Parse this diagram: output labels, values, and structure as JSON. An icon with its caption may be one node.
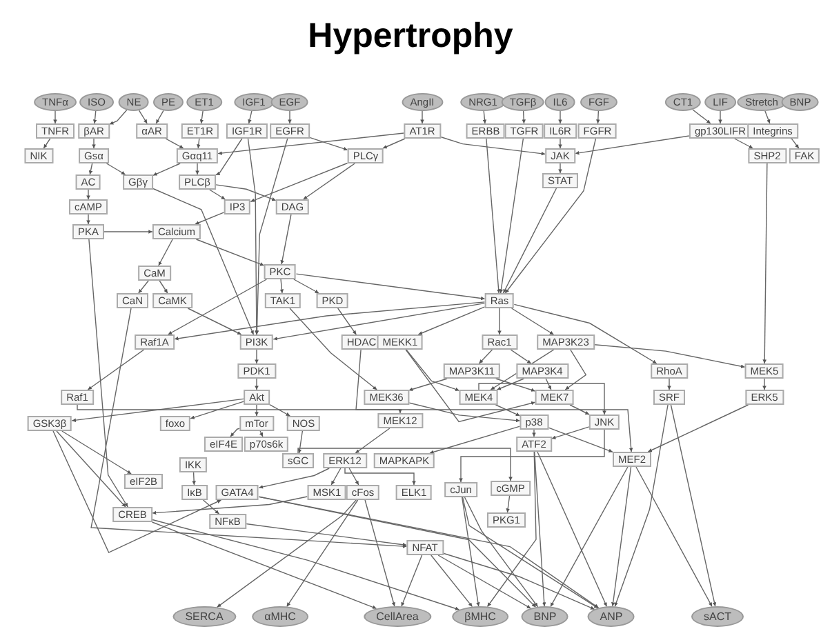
{
  "diagram": {
    "title": "Hypertrophy",
    "nodes": [
      {
        "text": [
          "TNFα"
        ]
      },
      {
        "text": [
          "ISO"
        ]
      },
      {
        "text": [
          "NE"
        ]
      },
      {
        "text": [
          "PE"
        ]
      },
      {
        "text": [
          "ET1"
        ]
      },
      {
        "text": [
          "IGF1"
        ]
      },
      {
        "text": [
          "EGF"
        ]
      },
      {
        "text": [
          "AngII"
        ]
      },
      {
        "text": [
          "NRG1"
        ]
      },
      {
        "text": [
          "TGFβ"
        ]
      },
      {
        "text": [
          "IL6"
        ]
      },
      {
        "text": [
          "FGF"
        ]
      },
      {
        "text": [
          "CT1"
        ]
      },
      {
        "text": [
          "LIF"
        ]
      },
      {
        "text": [
          "Stretch"
        ]
      },
      {
        "text": [
          "BNP"
        ]
      },
      {
        "text": [
          "TNFR"
        ]
      },
      {
        "text": [
          "βAR"
        ]
      },
      {
        "text": [
          "αAR"
        ]
      },
      {
        "text": [
          "ET1R"
        ]
      },
      {
        "text": [
          "IGF1R"
        ]
      },
      {
        "text": [
          "EGFR"
        ]
      },
      {
        "text": [
          "AT1R"
        ]
      },
      {
        "text": [
          "ERBB"
        ]
      },
      {
        "text": [
          "TGFR"
        ]
      },
      {
        "text": [
          "IL6R"
        ]
      },
      {
        "text": [
          "FGFR"
        ]
      },
      {
        "text": [
          "gp130LIFR"
        ]
      },
      {
        "text": [
          "Integrins"
        ]
      },
      {
        "text": [
          "NIK"
        ]
      },
      {
        "text": [
          "Gsα"
        ]
      },
      {
        "text": [
          "Gαq11"
        ]
      },
      {
        "text": [
          "PLCγ"
        ]
      },
      {
        "text": [
          "JAK"
        ]
      },
      {
        "text": [
          "SHP2"
        ]
      },
      {
        "text": [
          "FAK"
        ]
      },
      {
        "text": [
          "AC"
        ]
      },
      {
        "text": [
          "Gβγ"
        ]
      },
      {
        "text": [
          "PLCβ"
        ]
      },
      {
        "text": [
          "STAT"
        ]
      },
      {
        "text": [
          "cAMP"
        ]
      },
      {
        "text": [
          "IP3"
        ]
      },
      {
        "text": [
          "DAG"
        ]
      },
      {
        "text": [
          "PKA"
        ]
      },
      {
        "text": [
          "Calcium"
        ]
      },
      {
        "text": [
          "CaM"
        ]
      },
      {
        "text": [
          "PKC"
        ]
      },
      {
        "text": [
          "CaN"
        ]
      },
      {
        "text": [
          "CaMK"
        ]
      },
      {
        "text": [
          "TAK1"
        ]
      },
      {
        "text": [
          "PKD"
        ]
      },
      {
        "text": [
          "Ras"
        ]
      },
      {
        "text": [
          "Raf1A"
        ]
      },
      {
        "text": [
          "PI3K"
        ]
      },
      {
        "text": [
          "HDAC"
        ]
      },
      {
        "text": [
          "MEKK1"
        ]
      },
      {
        "text": [
          "Rac1"
        ]
      },
      {
        "text": [
          "MAP3K23"
        ]
      },
      {
        "text": [
          "PDK1"
        ]
      },
      {
        "text": [
          "MAP3K11"
        ]
      },
      {
        "text": [
          "MAP3K4"
        ]
      },
      {
        "text": [
          "RhoA"
        ]
      },
      {
        "text": [
          "MEK5"
        ]
      },
      {
        "text": [
          "Raf1"
        ]
      },
      {
        "text": [
          "Akt"
        ]
      },
      {
        "text": [
          "MEK36"
        ]
      },
      {
        "text": [
          "MEK4"
        ]
      },
      {
        "text": [
          "MEK7"
        ]
      },
      {
        "text": [
          "SRF"
        ]
      },
      {
        "text": [
          "ERK5"
        ]
      },
      {
        "text": [
          "GSK3β"
        ]
      },
      {
        "text": [
          "foxo"
        ]
      },
      {
        "text": [
          "mTor"
        ]
      },
      {
        "text": [
          "NOS"
        ]
      },
      {
        "text": [
          "MEK12"
        ]
      },
      {
        "text": [
          "p38"
        ]
      },
      {
        "text": [
          "JNK"
        ]
      },
      {
        "text": [
          "eIF4E"
        ]
      },
      {
        "text": [
          "p70s6k"
        ]
      },
      {
        "text": [
          "ATF2"
        ]
      },
      {
        "text": [
          "IKK"
        ]
      },
      {
        "text": [
          "sGC"
        ]
      },
      {
        "text": [
          "ERK12"
        ]
      },
      {
        "text": [
          "MAPKAPK"
        ]
      },
      {
        "text": [
          "MEF2"
        ]
      },
      {
        "text": [
          "eIF2B"
        ]
      },
      {
        "text": [
          "IκB"
        ]
      },
      {
        "text": [
          "GATA4"
        ]
      },
      {
        "text": [
          "MSK1"
        ]
      },
      {
        "text": [
          "cFos"
        ]
      },
      {
        "text": [
          "ELK1"
        ]
      },
      {
        "text": [
          "cJun"
        ]
      },
      {
        "text": [
          "cGMP"
        ]
      },
      {
        "text": [
          "CREB"
        ]
      },
      {
        "text": [
          "NFκB"
        ]
      },
      {
        "text": [
          "PKG1"
        ]
      },
      {
        "text": [
          "NFAT"
        ]
      },
      {
        "text": [
          "SERCA"
        ]
      },
      {
        "text": [
          "αMHC"
        ]
      },
      {
        "text": [
          "CellArea"
        ]
      },
      {
        "text": [
          "βMHC"
        ]
      },
      {
        "text": [
          "BNP"
        ]
      },
      {
        "text": [
          "ANP"
        ]
      },
      {
        "text": [
          "sACT"
        ]
      }
    ],
    "edges": [
      {
        "from": 0,
        "to": 16,
        "arrow": "to"
      },
      {
        "from": 1,
        "to": 17,
        "arrow": "to"
      },
      {
        "from": 2,
        "to": 17,
        "arrow": "to"
      },
      {
        "from": 2,
        "to": 18,
        "arrow": "to"
      },
      {
        "from": 3,
        "to": 18,
        "arrow": "to"
      },
      {
        "from": 4,
        "to": 19,
        "arrow": "to"
      },
      {
        "from": 5,
        "to": 20,
        "arrow": "to"
      },
      {
        "from": 6,
        "to": 21,
        "arrow": "to"
      },
      {
        "from": 7,
        "to": 22,
        "arrow": "to"
      },
      {
        "from": 8,
        "to": 23,
        "arrow": "to"
      },
      {
        "from": 9,
        "to": 24,
        "arrow": "to"
      },
      {
        "from": 10,
        "to": 25,
        "arrow": "to"
      },
      {
        "from": 11,
        "to": 26,
        "arrow": "to"
      },
      {
        "from": 12,
        "to": 27,
        "arrow": "to"
      },
      {
        "from": 13,
        "to": 27,
        "arrow": "to"
      },
      {
        "from": 14,
        "to": 28,
        "arrow": "to"
      },
      {
        "from": 16,
        "to": 29,
        "arrow": "to"
      },
      {
        "from": 17,
        "to": 30,
        "arrow": "to"
      },
      {
        "from": 18,
        "to": 31,
        "arrow": "to"
      },
      {
        "from": 19,
        "to": 31,
        "arrow": "to"
      },
      {
        "from": 22,
        "to": 31,
        "arrow": "to"
      },
      {
        "from": 20,
        "to": 38,
        "arrow": "to"
      },
      {
        "from": 21,
        "to": 32,
        "arrow": "to"
      },
      {
        "from": 22,
        "to": 32,
        "arrow": "to"
      },
      {
        "from": 22,
        "to": 33,
        "arrow": "to"
      },
      {
        "from": 25,
        "to": 33,
        "arrow": "to"
      },
      {
        "from": 27,
        "to": 33,
        "arrow": "to"
      },
      {
        "from": 33,
        "to": 39,
        "arrow": "to"
      },
      {
        "from": 27,
        "to": 34,
        "arrow": "to"
      },
      {
        "from": 28,
        "to": 35,
        "arrow": "to"
      },
      {
        "from": 30,
        "to": 36,
        "arrow": "to"
      },
      {
        "from": 30,
        "to": 37,
        "arrow": "to"
      },
      {
        "from": 31,
        "to": 37,
        "arrow": "to"
      },
      {
        "from": 31,
        "to": 38,
        "arrow": "to"
      },
      {
        "from": 36,
        "to": 40,
        "arrow": "to"
      },
      {
        "from": 40,
        "to": 43,
        "arrow": "to"
      },
      {
        "from": 38,
        "to": 41,
        "arrow": "to"
      },
      {
        "from": 38,
        "to": 42,
        "arrow": "to"
      },
      {
        "from": 32,
        "to": 41,
        "arrow": "to"
      },
      {
        "from": 32,
        "to": 42,
        "arrow": "to"
      },
      {
        "from": 41,
        "to": 44,
        "arrow": "to"
      },
      {
        "from": 43,
        "to": 44,
        "arrow": "to"
      },
      {
        "from": 44,
        "to": 45,
        "arrow": "to"
      },
      {
        "from": 44,
        "to": 46,
        "arrow": "to"
      },
      {
        "from": 42,
        "to": 46,
        "arrow": "to"
      },
      {
        "from": 45,
        "to": 47,
        "arrow": "to"
      },
      {
        "from": 45,
        "to": 48,
        "arrow": "to"
      },
      {
        "from": 46,
        "to": 49,
        "arrow": "to"
      },
      {
        "from": 46,
        "to": 50,
        "arrow": "to"
      },
      {
        "from": 46,
        "to": 52,
        "arrow": "to"
      },
      {
        "from": 46,
        "to": 51,
        "arrow": "to"
      },
      {
        "from": 50,
        "to": 54,
        "arrow": "to"
      },
      {
        "from": 48,
        "to": 53,
        "arrow": "to"
      },
      {
        "from": 20,
        "to": 53,
        "arrow": "to"
      },
      {
        "from": 21,
        "to": 53,
        "arrow": "to"
      },
      {
        "from": 23,
        "to": 51,
        "arrow": "to"
      },
      {
        "from": 24,
        "to": 51,
        "arrow": "to"
      },
      {
        "from": 26,
        "to": 51,
        "arrow": "to"
      },
      {
        "from": 39,
        "to": 51,
        "arrow": "to"
      },
      {
        "from": 37,
        "to": 53,
        "arrow": "to"
      },
      {
        "from": 51,
        "to": 53,
        "arrow": "to"
      },
      {
        "from": 51,
        "to": 52,
        "arrow": "to"
      },
      {
        "from": 51,
        "to": 55,
        "arrow": "to"
      },
      {
        "from": 51,
        "to": 56,
        "arrow": "to"
      },
      {
        "from": 51,
        "to": 57,
        "arrow": "to"
      },
      {
        "from": 51,
        "to": 61,
        "arrow": "to"
      },
      {
        "from": 53,
        "to": 58,
        "arrow": "to"
      },
      {
        "from": 58,
        "to": 64,
        "arrow": "to"
      },
      {
        "from": 52,
        "to": 63,
        "arrow": "to"
      },
      {
        "from": 64,
        "to": 70,
        "arrow": "to"
      },
      {
        "from": 64,
        "to": 71,
        "arrow": "to"
      },
      {
        "from": 64,
        "to": 72,
        "arrow": "to"
      },
      {
        "from": 64,
        "to": 73,
        "arrow": "to"
      },
      {
        "from": 72,
        "to": 77,
        "arrow": "to"
      },
      {
        "from": 72,
        "to": 78,
        "arrow": "to"
      },
      {
        "from": 56,
        "to": 59,
        "arrow": "to"
      },
      {
        "from": 56,
        "to": 60,
        "arrow": "to"
      },
      {
        "from": 55,
        "to": 66,
        "arrow": "to"
      },
      {
        "from": 55,
        "to": 67,
        "arrow": "to"
      },
      {
        "from": 57,
        "to": 66,
        "arrow": "to"
      },
      {
        "from": 57,
        "to": 67,
        "arrow": "to"
      },
      {
        "from": 57,
        "to": 62,
        "arrow": "to"
      },
      {
        "from": 59,
        "to": 65,
        "arrow": "to"
      },
      {
        "from": 59,
        "to": 67,
        "arrow": "to"
      },
      {
        "from": 60,
        "to": 66,
        "arrow": "to"
      },
      {
        "from": 60,
        "to": 67,
        "arrow": "to"
      },
      {
        "from": 61,
        "to": 68,
        "arrow": "to"
      },
      {
        "from": 62,
        "to": 69,
        "arrow": "to"
      },
      {
        "from": 34,
        "to": 62,
        "arrow": "to"
      },
      {
        "from": 63,
        "to": 74,
        "arrow": "to"
      },
      {
        "from": 65,
        "to": 75,
        "arrow": "to"
      },
      {
        "from": 66,
        "to": 75,
        "arrow": "to"
      },
      {
        "from": 66,
        "to": 76,
        "arrow": "to"
      },
      {
        "from": 67,
        "to": 76,
        "arrow": "to"
      },
      {
        "from": 49,
        "to": 65,
        "arrow": "to"
      },
      {
        "from": 74,
        "to": 82,
        "arrow": "to"
      },
      {
        "from": 75,
        "to": 79,
        "arrow": "to"
      },
      {
        "from": 75,
        "to": 84,
        "arrow": "to"
      },
      {
        "from": 76,
        "to": 79,
        "arrow": "to"
      },
      {
        "from": 76,
        "to": 91,
        "arrow": "to"
      },
      {
        "from": 69,
        "to": 84,
        "arrow": "to"
      },
      {
        "from": 75,
        "to": 83,
        "arrow": "to"
      },
      {
        "from": 70,
        "to": 85,
        "arrow": "to"
      },
      {
        "from": 70,
        "to": 93,
        "arrow": "to"
      },
      {
        "from": 70,
        "to": 87,
        "arrow": "to"
      },
      {
        "from": 73,
        "to": 81,
        "arrow": "to"
      },
      {
        "from": 81,
        "to": 92,
        "arrow": "to"
      },
      {
        "from": 92,
        "to": 95,
        "arrow": "to"
      },
      {
        "from": 80,
        "to": 86,
        "arrow": "to"
      },
      {
        "from": 86,
        "to": 94,
        "arrow": "to"
      },
      {
        "from": 82,
        "to": 88,
        "arrow": "to"
      },
      {
        "from": 82,
        "to": 89,
        "arrow": "to"
      },
      {
        "from": 82,
        "to": 90,
        "arrow": "to"
      },
      {
        "from": 82,
        "to": 87,
        "arrow": "to"
      },
      {
        "from": 88,
        "to": 93,
        "arrow": "to"
      },
      {
        "from": 43,
        "to": 93,
        "arrow": "to"
      },
      {
        "from": 47,
        "to": 96,
        "arrow": "to"
      },
      {
        "from": 54,
        "to": 84,
        "arrow": "to"
      },
      {
        "from": 94,
        "to": 96,
        "arrow": "to"
      },
      {
        "from": 96,
        "to": 99,
        "arrow": "to"
      },
      {
        "from": 96,
        "to": 100,
        "arrow": "to"
      },
      {
        "from": 96,
        "to": 101,
        "arrow": "to"
      },
      {
        "from": 96,
        "to": 102,
        "arrow": "to"
      },
      {
        "from": 91,
        "to": 100,
        "arrow": "to"
      },
      {
        "from": 91,
        "to": 101,
        "arrow": "to"
      },
      {
        "from": 91,
        "to": 102,
        "arrow": "to"
      },
      {
        "from": 89,
        "to": 97,
        "arrow": "to"
      },
      {
        "from": 89,
        "to": 98,
        "arrow": "to"
      },
      {
        "from": 89,
        "to": 99,
        "arrow": "to"
      },
      {
        "from": 79,
        "to": 101,
        "arrow": "to"
      },
      {
        "from": 79,
        "to": 102,
        "arrow": "to"
      },
      {
        "from": 79,
        "to": 100,
        "arrow": "to"
      },
      {
        "from": 84,
        "to": 101,
        "arrow": "to"
      },
      {
        "from": 84,
        "to": 102,
        "arrow": "to"
      },
      {
        "from": 84,
        "to": 103,
        "arrow": "to"
      },
      {
        "from": 68,
        "to": 103,
        "arrow": "to"
      },
      {
        "from": 68,
        "to": 102,
        "arrow": "to"
      },
      {
        "from": 87,
        "to": 102,
        "arrow": "to"
      },
      {
        "from": 87,
        "to": 101,
        "arrow": "to"
      },
      {
        "from": 93,
        "to": 99,
        "arrow": "to"
      },
      {
        "from": 93,
        "to": 100,
        "arrow": "to"
      }
    ]
  }
}
